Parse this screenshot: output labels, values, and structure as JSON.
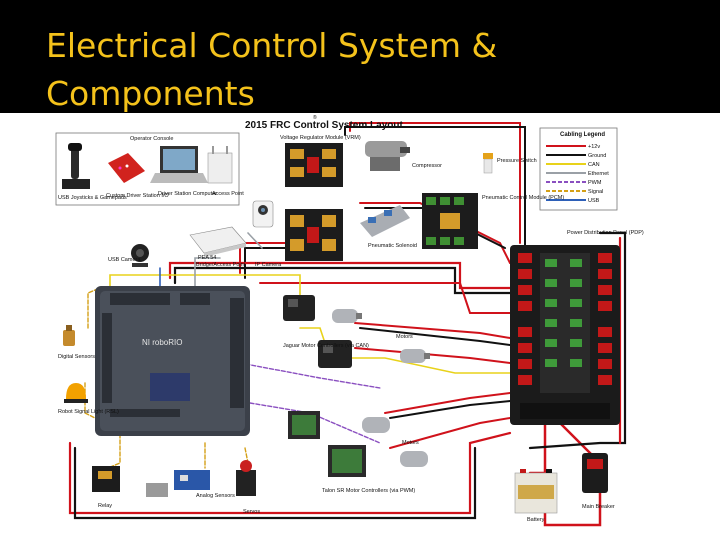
{
  "slide": {
    "title": "Electrical Control System & Components"
  },
  "diagram": {
    "header": "2015 FRC Control System Layout",
    "header_sup": "®",
    "operator_console": {
      "title": "Operator Console",
      "joysticks": "USB Joysticks & Gamepads",
      "custom_io": "Custom Driver Station I/O",
      "ds_computer": "Driver Station Computer",
      "access_point": "Access Point"
    },
    "vrm": "Voltage Regulator Module (VRM)",
    "compressor": "Compressor",
    "pressure_switch": "Pressure Switch",
    "pcm": "Pneumatic Control Module (PCM)",
    "pneumatic_solenoid": "Pneumatic Solenoid",
    "usb_camera": "USB Camera",
    "ip_camera": "IP Camera",
    "bridge": "Bridge/Access Point",
    "bridge_sub": "PEA 54",
    "roborio": "NI roboRIO",
    "digital_sensors": "Digital Sensors",
    "rsl": "Robot Signal Light (RSL)",
    "relay": "Relay",
    "analog_sensors": "Analog Sensors",
    "servos": "Servos",
    "jaguar": "Jaguar Motor Controllers (via CAN)",
    "motors_top": "Motors",
    "motors_bottom": "Motors",
    "talon": "Talon SR Motor Controllers (via PWM)",
    "pdp": "Power Distribution Panel (PDP)",
    "battery": "Battery",
    "main_breaker": "Main Breaker",
    "legend": {
      "title": "Cabling Legend",
      "items": [
        {
          "label": "+12v",
          "color": "#d0121b"
        },
        {
          "label": "Ground",
          "color": "#111111"
        },
        {
          "label": "CAN",
          "color": "#e8d21a"
        },
        {
          "label": "Ethernet",
          "color": "#9aa0a6"
        },
        {
          "label": "PWM",
          "color": "#8a4fc0"
        },
        {
          "label": "Signal",
          "color": "#d4a017"
        },
        {
          "label": "USB",
          "color": "#2d5fb8"
        }
      ]
    }
  }
}
